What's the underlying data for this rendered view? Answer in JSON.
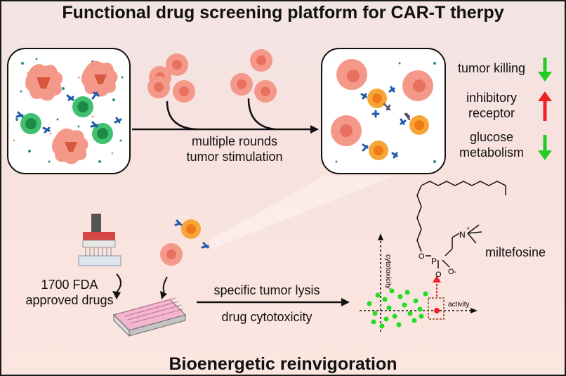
{
  "title": "Functional drug screening platform for CAR-T therpy",
  "stimulation": {
    "line1": "multiple rounds",
    "line2": "tumor stimulation"
  },
  "effects": [
    {
      "label_lines": [
        "tumor killing"
      ],
      "direction": "down",
      "color": "#22cc22"
    },
    {
      "label_lines": [
        "inhibitory",
        "receptor"
      ],
      "direction": "up",
      "color": "#ee2222"
    },
    {
      "label_lines": [
        "glucose",
        "metabolism"
      ],
      "direction": "down",
      "color": "#22cc22"
    }
  ],
  "drugs": {
    "line1": "1700 FDA",
    "line2": "approved drugs"
  },
  "assay": {
    "line1": "specific tumor lysis",
    "line2": "drug cytotoxicity"
  },
  "scatter": {
    "ylabel": "cytotoxicity",
    "xlabel": "activity",
    "point_color": "#22dd22",
    "hit_color": "#ee2222"
  },
  "compound": {
    "name": "miltefosine",
    "atoms": {
      "N": "N",
      "N_charge": "+",
      "P": "P",
      "O": "O",
      "O_minus": "O-"
    }
  },
  "footer": "Bioenergetic reinvigoration",
  "colors": {
    "tumor": "#f4998a",
    "tumor_core": "#e87060",
    "tcell_green": "#40c070",
    "car_t_orange": "#f7a536",
    "antibody": "#1f5aa8"
  }
}
